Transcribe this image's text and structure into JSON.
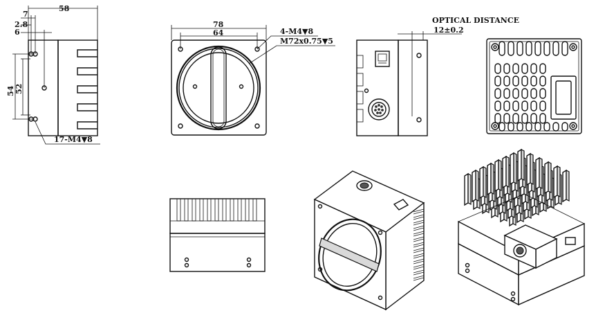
{
  "dimensions": {
    "width_total": "58",
    "offset_7": "7",
    "offset_2_8": "2.8",
    "offset_6": "6",
    "height_outer": "54",
    "height_inner": "52",
    "side_thread": "17-M4▼8",
    "front_width": "78",
    "front_inner": "64",
    "front_thread": "4-M4▼8",
    "front_mount": "M72x0.75▼5",
    "optical_title": "OPTICAL DISTANCE",
    "optical_value": "12±0.2"
  }
}
